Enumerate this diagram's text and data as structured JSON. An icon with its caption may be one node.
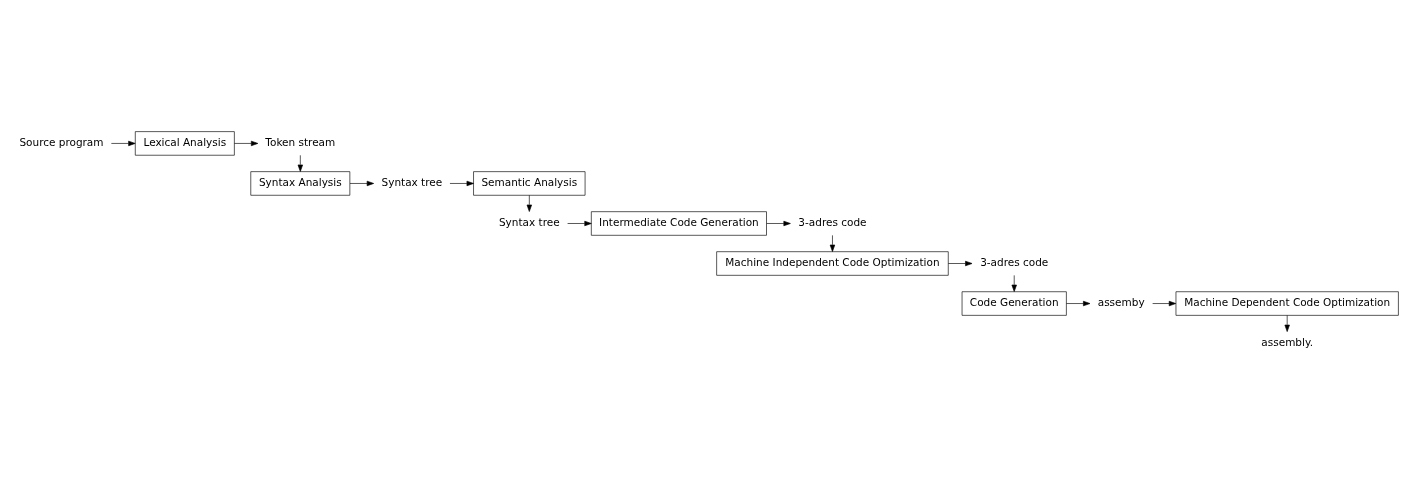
{
  "diagram": {
    "nodes": [
      {
        "text": [
          "Source program"
        ]
      },
      {
        "text": [
          "Lexical Analysis"
        ]
      },
      {
        "text": [
          "Token stream"
        ]
      },
      {
        "text": [
          "Syntax Analysis"
        ]
      },
      {
        "text": [
          "Syntax tree"
        ]
      },
      {
        "text": [
          "Semantic Analysis"
        ]
      },
      {
        "text": [
          "Syntax tree"
        ]
      },
      {
        "text": [
          "Intermediate Code Generation"
        ]
      },
      {
        "text": [
          "3-adres code"
        ]
      },
      {
        "text": [
          "Machine Independent Code Optimization"
        ]
      },
      {
        "text": [
          "3-adres code"
        ]
      },
      {
        "text": [
          "Code Generation"
        ]
      },
      {
        "text": [
          "assemby"
        ]
      },
      {
        "text": [
          "Machine Dependent Code Optimization"
        ]
      },
      {
        "text": [
          "assembly."
        ]
      }
    ],
    "edges": [
      {
        "from": 0,
        "to": 1,
        "arrow": "to"
      },
      {
        "from": 1,
        "to": 2,
        "arrow": "to"
      },
      {
        "from": 2,
        "to": 3,
        "arrow": "to"
      },
      {
        "from": 3,
        "to": 4,
        "arrow": "to"
      },
      {
        "from": 4,
        "to": 5,
        "arrow": "to"
      },
      {
        "from": 5,
        "to": 6,
        "arrow": "to"
      },
      {
        "from": 6,
        "to": 7,
        "arrow": "to"
      },
      {
        "from": 7,
        "to": 8,
        "arrow": "to"
      },
      {
        "from": 8,
        "to": 9,
        "arrow": "to"
      },
      {
        "from": 9,
        "to": 10,
        "arrow": "to"
      },
      {
        "from": 10,
        "to": 11,
        "arrow": "to"
      },
      {
        "from": 11,
        "to": 12,
        "arrow": "to"
      },
      {
        "from": 12,
        "to": 13,
        "arrow": "to"
      },
      {
        "from": 13,
        "to": 14,
        "arrow": "to"
      }
    ]
  }
}
